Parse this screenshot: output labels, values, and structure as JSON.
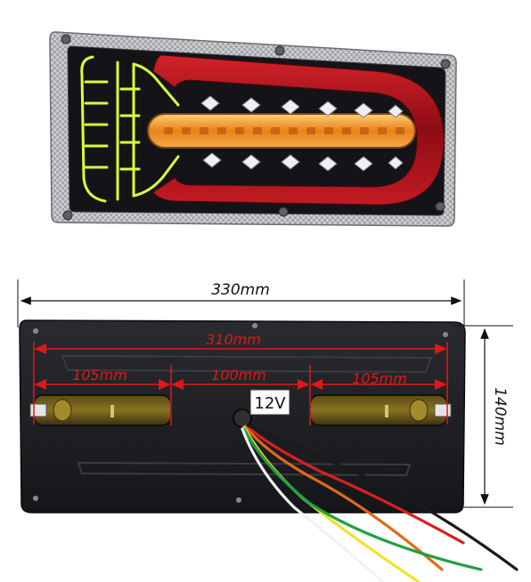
{
  "product": {
    "voltage_label": "12V"
  },
  "dimensions": {
    "overall_width": "330mm",
    "mount_span": "310mm",
    "left_section": "105mm",
    "center_section": "100mm",
    "right_section": "105mm",
    "height": "140mm"
  },
  "colors": {
    "lens_red": "#b3121a",
    "amber": "#f08a1c",
    "dimension_red": "#e01818",
    "housing_black": "#1c1c1f",
    "indicator_green": "#d8ff3a"
  },
  "wires": [
    "#d92020",
    "#e06a18",
    "#f2e12a",
    "#20a040",
    "#f2f2f2",
    "#1a1a1a"
  ]
}
